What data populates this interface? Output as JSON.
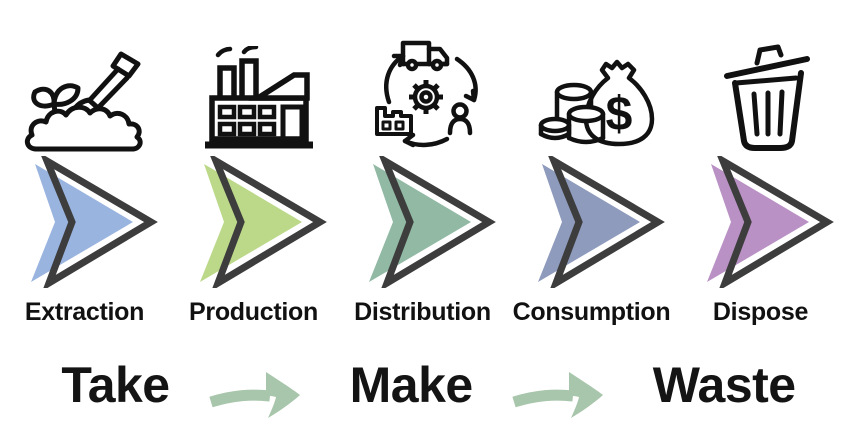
{
  "diagram": {
    "stages": [
      {
        "label": "Extraction",
        "icon": "shovel-soil-sprout",
        "arrow_color": "#9ab4e0"
      },
      {
        "label": "Production",
        "icon": "factory",
        "arrow_color": "#bcd98a"
      },
      {
        "label": "Distribution",
        "icon": "logistics-cycle",
        "arrow_color": "#91b9a4"
      },
      {
        "label": "Consumption",
        "icon": "money-bag-coins",
        "arrow_color": "#8e9bbd",
        "icon_text": "$"
      },
      {
        "label": "Dispose",
        "icon": "trash-can",
        "arrow_color": "#b991c4"
      }
    ],
    "summary": {
      "words": [
        "Take",
        "Make",
        "Waste"
      ]
    },
    "colors": {
      "background": "#ffffff",
      "icon_stroke": "#111111",
      "chevron_outline": "#3d3d3d",
      "brush_arrow": "#a8c6ab",
      "label_text": "#111111"
    }
  }
}
